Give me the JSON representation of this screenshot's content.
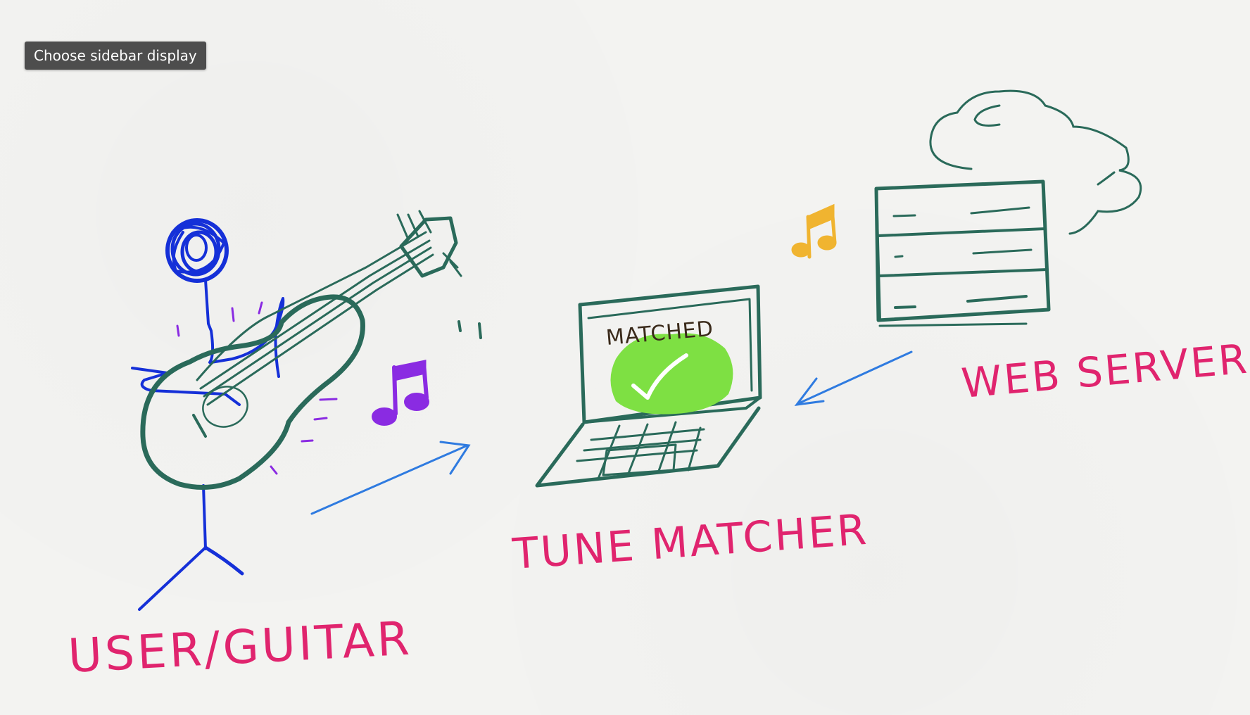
{
  "tooltip": {
    "text": "Choose sidebar display"
  },
  "labels": {
    "user": "USER/GUITAR",
    "matcher": "TUNE MATCHER",
    "server": "WEB SERVER",
    "screen": "MATCHED"
  },
  "colors": {
    "label": "#e0246e",
    "figure": "#1530d8",
    "outline": "#2a6a5a",
    "note_purple": "#8a2be2",
    "note_yellow": "#f0b430",
    "arrow": "#2f7be0",
    "check_fill": "#7ee043",
    "screen_text": "#3a2a1a"
  },
  "icons": [
    "stick-figure-icon",
    "guitar-icon",
    "music-note-icon",
    "laptop-icon",
    "checkmark-icon",
    "cloud-icon",
    "server-icon",
    "arrow-icon"
  ]
}
